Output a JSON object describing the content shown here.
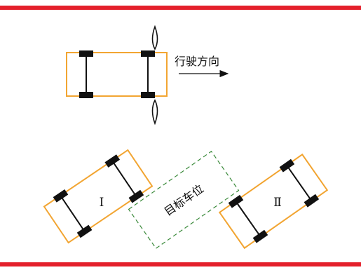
{
  "direction_label": "行驶方向",
  "car_one_label": "I",
  "car_two_label": "Ⅱ",
  "target_slot_label": "目标车位",
  "colors": {
    "road_line": "#e4202b",
    "car_outline": "#f2a532",
    "slot_outline": "#3a8a3a",
    "wheel": "#111111"
  },
  "icons": [
    "cone-icon",
    "arrow-right-icon"
  ]
}
